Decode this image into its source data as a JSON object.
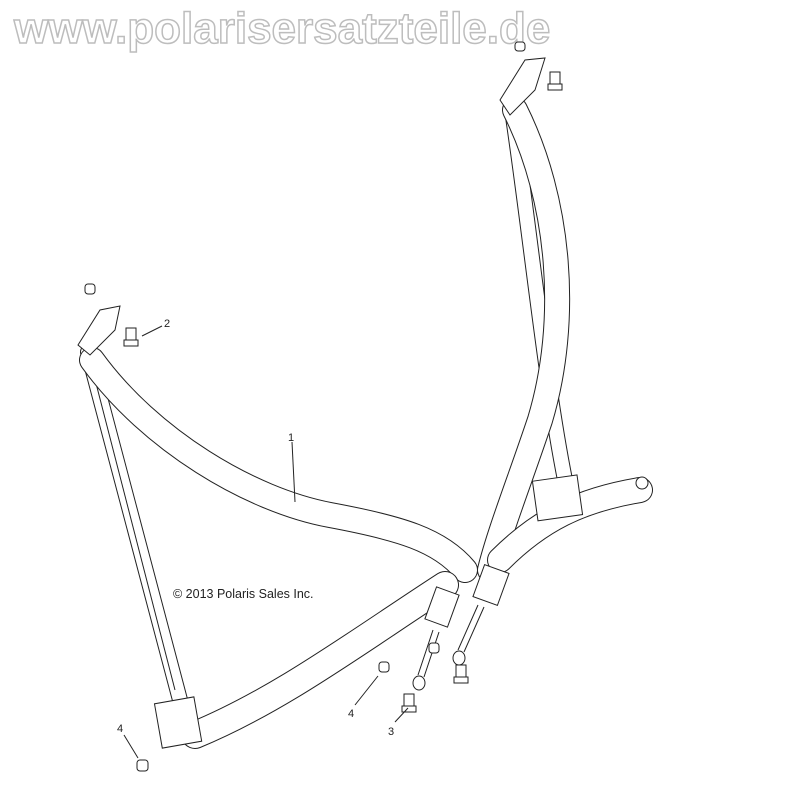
{
  "diagram": {
    "copyright": "© 2013 Polaris Sales Inc.",
    "watermark": "www.polarisersatzteile.de",
    "callouts": [
      {
        "id": "callout-1",
        "label": "1",
        "part": "seat-belt-assembly"
      },
      {
        "id": "callout-2",
        "label": "2",
        "part": "anchor-bolt"
      },
      {
        "id": "callout-3",
        "label": "3",
        "part": "buckle-bolt"
      },
      {
        "id": "callout-4a",
        "label": "4",
        "part": "nut"
      },
      {
        "id": "callout-4b",
        "label": "4",
        "part": "nut"
      }
    ]
  }
}
